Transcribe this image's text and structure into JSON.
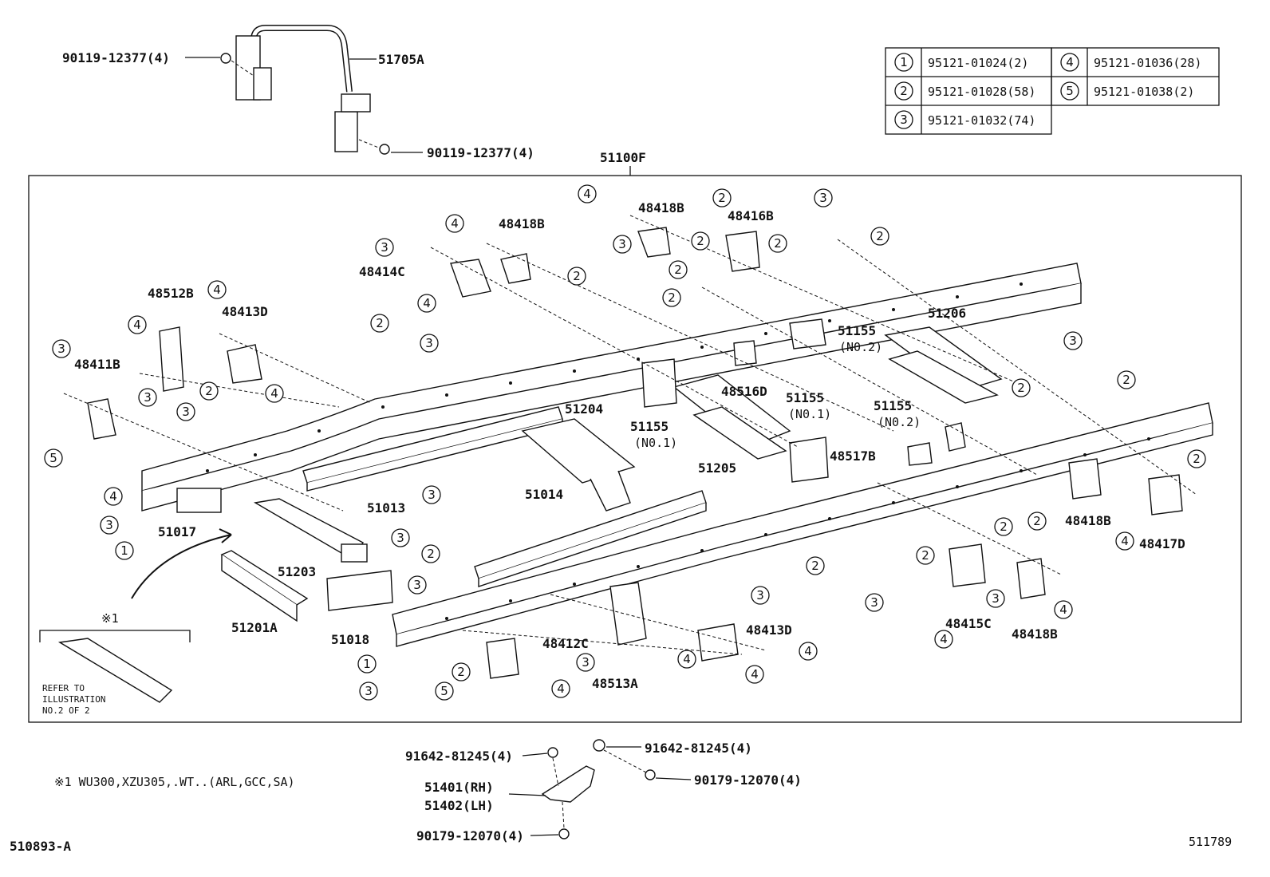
{
  "legend": [
    {
      "num": "1",
      "part": "95121-01024(2)"
    },
    {
      "num": "2",
      "part": "95121-01028(58)"
    },
    {
      "num": "3",
      "part": "95121-01032(74)"
    },
    {
      "num": "4",
      "part": "95121-01036(28)"
    },
    {
      "num": "5",
      "part": "95121-01038(2)"
    }
  ],
  "assembly_label": "51100F",
  "labels": {
    "l51705a": "51705A",
    "l90119_top": "90119-12377(4)",
    "l90119_mid": "90119-12377(4)",
    "l48418b_1": "48418B",
    "l48418b_2": "48418B",
    "l48418b_3": "48418B",
    "l48418b_4": "48418B",
    "l48416b": "48416B",
    "l48414c": "48414C",
    "l48512b": "48512B",
    "l48413d_1": "48413D",
    "l48413d_2": "48413D",
    "l48411b": "48411B",
    "l51206": "51206",
    "l51155_a": "51155",
    "l51155_a_sub": "(N0.2)",
    "l51155_b": "51155",
    "l51155_b_sub": "(N0.1)",
    "l51155_c": "51155",
    "l51155_c_sub": "(N0.1)",
    "l51155_d": "51155",
    "l51155_d_sub": "(N0.2)",
    "l48516d": "48516D",
    "l51204": "51204",
    "l51205": "51205",
    "l48517b": "48517B",
    "l51013": "51013",
    "l51014": "51014",
    "l51017": "51017",
    "l51203": "51203",
    "l51201a": "51201A",
    "l51018": "51018",
    "l48412c": "48412C",
    "l48513a": "48513A",
    "l48415c": "48415C",
    "l48417d": "48417D",
    "ref_mark": "※1",
    "ref_note_1": "REFER TO",
    "ref_note_2": "ILLUSTRATION",
    "ref_note_3": "NO.2 OF 2",
    "footnote": "※1  WU300,XZU305,.WT..(ARL,GCC,SA)",
    "l91642_left": "91642-81245(4)",
    "l91642_right": "91642-81245(4)",
    "l90179_right": "90179-12070(4)",
    "l90179_bottom": "90179-12070(4)",
    "l51401": "51401(RH)",
    "l51402": "51402(LH)",
    "code_left": "510893-A",
    "code_right": "511789"
  }
}
